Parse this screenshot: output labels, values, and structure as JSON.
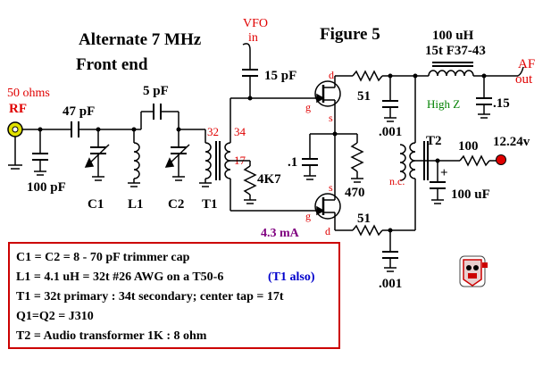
{
  "colors": {
    "wire": "#000000",
    "red": "#e00000",
    "green": "#008000",
    "blue": "#0000cc",
    "purple": "#800080",
    "box_border": "#cc0000",
    "rf_connector": "#e0e000",
    "supply_dot": "#e00000"
  },
  "titles": {
    "line1": "Alternate 7 MHz",
    "line2": "Front end",
    "figure": "Figure 5"
  },
  "input": {
    "impedance": "50 ohms",
    "label": "RF"
  },
  "vfo": {
    "line1": "VFO",
    "line2": "in"
  },
  "output": {
    "line1": "AF",
    "line2": "out"
  },
  "components": {
    "c_in": "47 pF",
    "c_series": "5 pF",
    "c_shunt": "100 pF",
    "c1": "C1",
    "l1": "L1",
    "c2": "C2",
    "t1": "T1",
    "t1_pins": {
      "p32": "32",
      "p34": "34",
      "p17": "17"
    },
    "c_vfo": "15 pF",
    "r_gate": "4K7",
    "c_source": ".1",
    "r_source": "470",
    "current": "4.3 mA",
    "r_drain_top": "51",
    "r_drain_bot": "51",
    "c_drain_top": ".001",
    "c_drain_bot": ".001",
    "choke_l1": "100 uH",
    "choke_l2": "15t F37-43",
    "high_z": "High Z",
    "c_out": ".15",
    "t2": "T2",
    "nc": "n.c.",
    "r_supply": "100",
    "supply_v": "12.24v",
    "c_supply": "100 uF",
    "plus": "+",
    "fet": {
      "d": "d",
      "g": "g",
      "s": "s"
    }
  },
  "notes": [
    {
      "text": "C1 = C2 = 8 - 70 pF trimmer cap",
      "extra": ""
    },
    {
      "text": "L1 = 4.1 uH = 32t #26 AWG on a T50-6",
      "extra": "(T1 also)"
    },
    {
      "text": "T1 = 32t primary : 34t secondary; center tap = 17t",
      "extra": ""
    },
    {
      "text": "Q1=Q2 = J310",
      "extra": ""
    },
    {
      "text": "T2 =  Audio transformer 1K : 8 ohm",
      "extra": ""
    }
  ]
}
